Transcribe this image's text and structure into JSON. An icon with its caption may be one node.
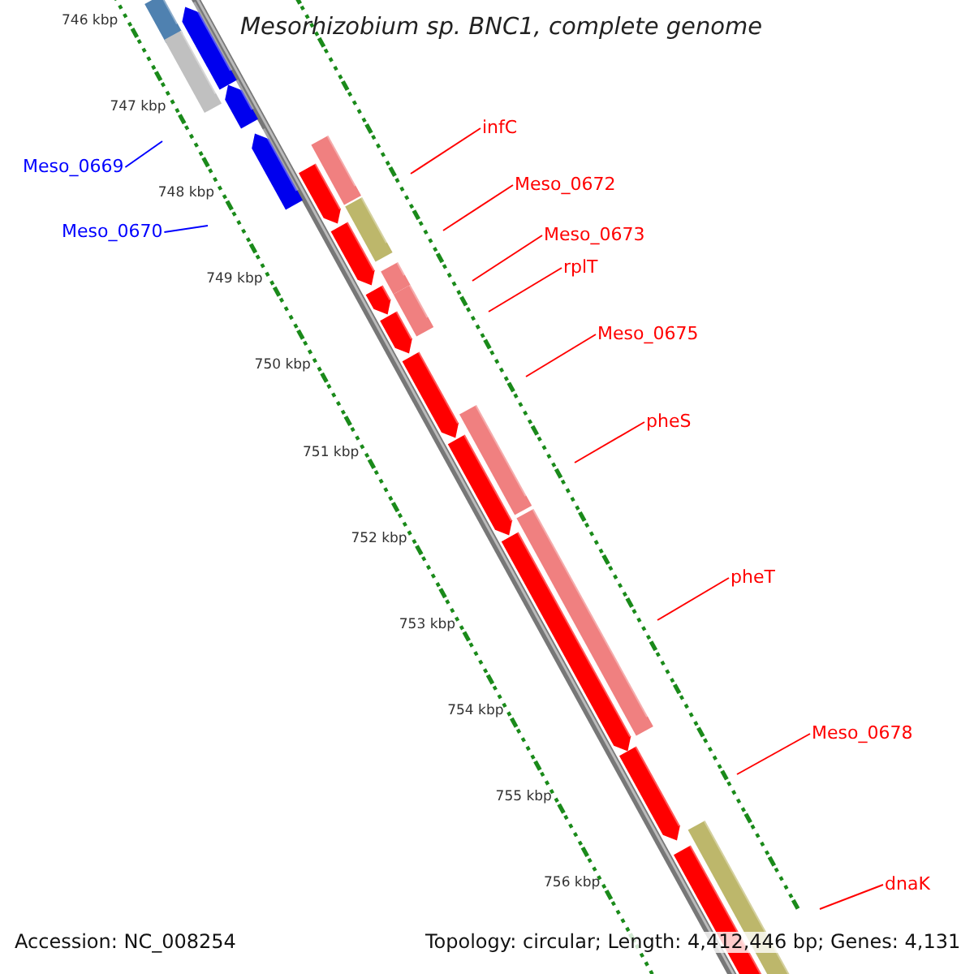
{
  "diagram": {
    "title": "Mesorhizobium sp. BNC1, complete genome",
    "nodes": [
      {
        "text": [
          "infC"
        ]
      },
      {
        "text": [
          "Meso_0669"
        ]
      },
      {
        "text": [
          "Meso_0672"
        ]
      },
      {
        "text": [
          "Meso_0670"
        ]
      },
      {
        "text": [
          "Meso_0673"
        ]
      },
      {
        "text": [
          "rplT"
        ]
      },
      {
        "text": [
          "Meso_0675"
        ]
      },
      {
        "text": [
          "pheS"
        ]
      },
      {
        "text": [
          "pheT"
        ]
      },
      {
        "text": [
          "Meso_0678"
        ]
      },
      {
        "text": [
          "dnaK"
        ]
      }
    ],
    "edges": [
      {
        "from": 0,
        "to": null,
        "arrow": "none"
      },
      {
        "from": 1,
        "to": null,
        "arrow": "none",
        "color": "#0000ff"
      },
      {
        "from": 2,
        "to": null,
        "arrow": "none"
      },
      {
        "from": 3,
        "to": null,
        "arrow": "none",
        "color": "#0000ff"
      },
      {
        "from": 4,
        "to": null,
        "arrow": "none"
      },
      {
        "from": 5,
        "to": null,
        "arrow": "none"
      },
      {
        "from": 6,
        "to": null,
        "arrow": "none"
      },
      {
        "from": 7,
        "to": null,
        "arrow": "none"
      },
      {
        "from": 8,
        "to": null,
        "arrow": "none"
      },
      {
        "from": 9,
        "to": null,
        "arrow": "none"
      },
      {
        "from": 10,
        "to": null,
        "arrow": "none"
      }
    ],
    "labels": [
      "746 kbp",
      "747 kbp",
      "748 kbp",
      "749 kbp",
      "750 kbp",
      "751 kbp",
      "752 kbp",
      "753 kbp",
      "754 kbp",
      "755 kbp",
      "756 kbp",
      "Accession: NC_008254",
      "Topology: circular; Length: 4,412,446 bp; Genes: 4,131"
    ]
  }
}
